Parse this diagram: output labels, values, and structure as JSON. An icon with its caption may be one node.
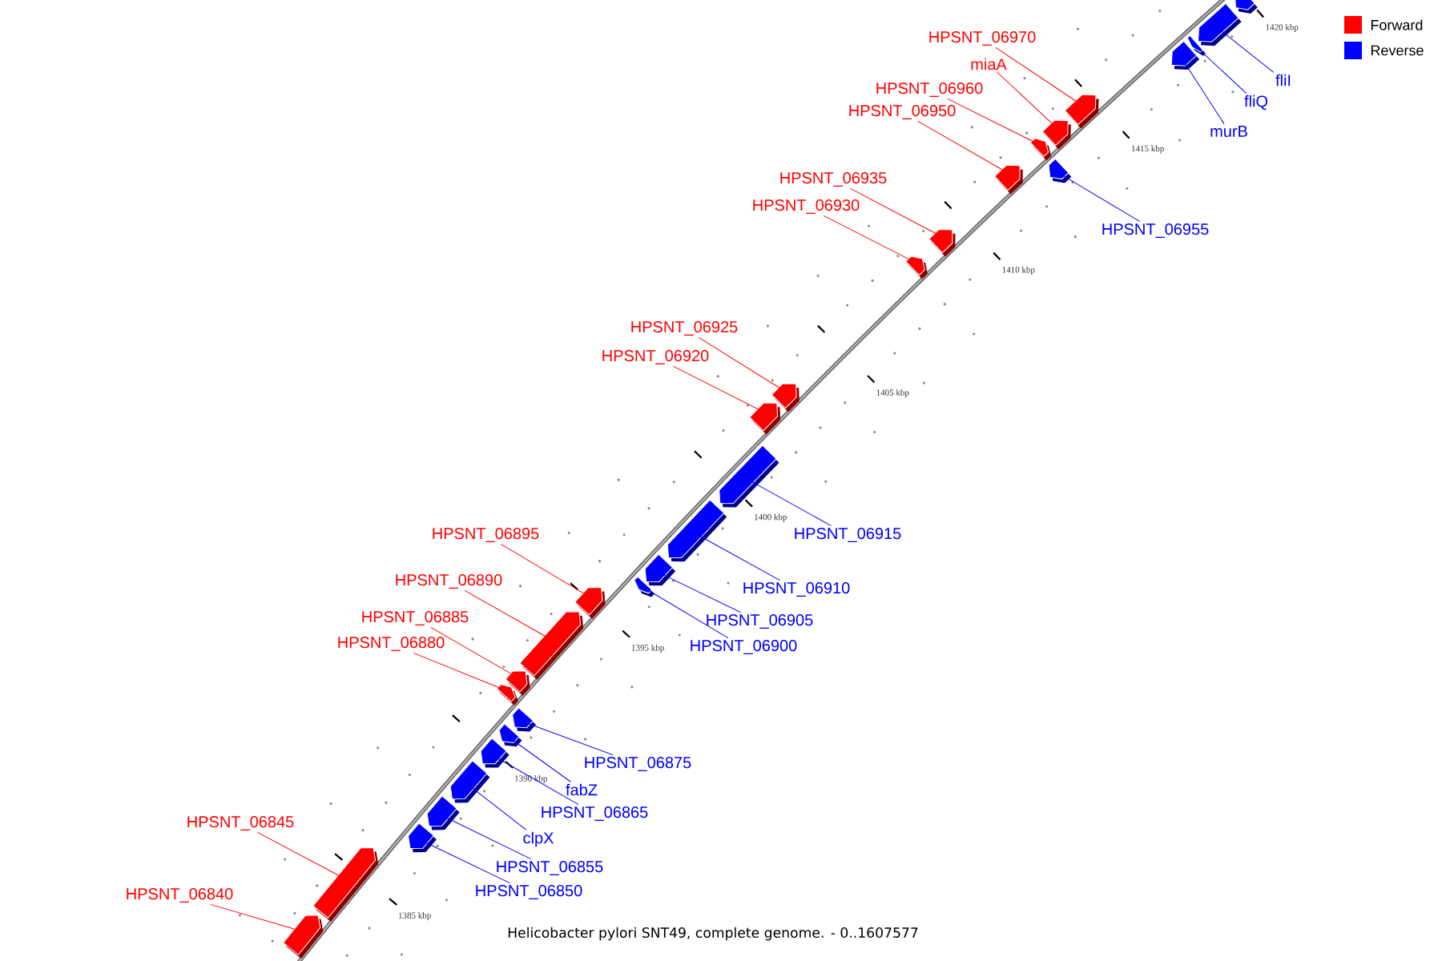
{
  "diagram": {
    "caption": "Helicobacter pylori SNT49, complete genome. - 0..1607577",
    "nodes": [
      {
        "text": [
          "HPSNT_06970"
        ]
      },
      {
        "text": [
          "miaA"
        ]
      },
      {
        "text": [
          "fliI"
        ]
      },
      {
        "text": [
          "HPSNT_06960"
        ]
      },
      {
        "text": [
          "fliQ"
        ]
      },
      {
        "text": [
          "HPSNT_06950"
        ]
      },
      {
        "text": [
          "murB"
        ]
      },
      {
        "text": [
          "HPSNT_06935"
        ]
      },
      {
        "text": [
          "HPSNT_06930"
        ]
      },
      {
        "text": [
          "HPSNT_06955"
        ]
      },
      {
        "text": [
          "HPSNT_06925"
        ]
      },
      {
        "text": [
          "HPSNT_06920"
        ]
      },
      {
        "text": [
          "HPSNT_06895"
        ]
      },
      {
        "text": [
          "HPSNT_06915"
        ]
      },
      {
        "text": [
          "HPSNT_06890"
        ]
      },
      {
        "text": [
          "HPSNT_06910"
        ]
      },
      {
        "text": [
          "HPSNT_06885"
        ]
      },
      {
        "text": [
          "HPSNT_06905"
        ]
      },
      {
        "text": [
          "HPSNT_06880"
        ]
      },
      {
        "text": [
          "HPSNT_06900"
        ]
      },
      {
        "text": [
          "HPSNT_06875"
        ]
      },
      {
        "text": [
          "fabZ"
        ]
      },
      {
        "text": [
          "HPSNT_06865"
        ]
      },
      {
        "text": [
          "HPSNT_06845"
        ]
      },
      {
        "text": [
          "clpX"
        ]
      },
      {
        "text": [
          "HPSNT_06855"
        ]
      },
      {
        "text": [
          "HPSNT_06850"
        ]
      },
      {
        "text": [
          "HPSNT_06840"
        ]
      },
      {
        "text": [],
        "shape": "box"
      },
      {
        "text": [],
        "shape": "box"
      },
      {
        "text": [],
        "shape": "box"
      },
      {
        "text": [],
        "shape": "box"
      },
      {
        "text": [],
        "shape": "box"
      },
      {
        "text": [],
        "shape": "box"
      },
      {
        "text": [],
        "shape": "box"
      },
      {
        "text": [],
        "shape": "box"
      },
      {
        "text": [],
        "shape": "box"
      },
      {
        "text": [],
        "shape": "box"
      },
      {
        "text": [],
        "shape": "box"
      },
      {
        "text": [],
        "shape": "box"
      },
      {
        "text": [],
        "shape": "box"
      },
      {
        "text": [],
        "shape": "box"
      },
      {
        "text": [],
        "shape": "box"
      },
      {
        "text": [],
        "shape": "box"
      },
      {
        "text": [],
        "shape": "box"
      },
      {
        "text": [],
        "shape": "box"
      },
      {
        "text": [],
        "shape": "box"
      },
      {
        "text": [],
        "shape": "box"
      },
      {
        "text": [],
        "shape": "box"
      },
      {
        "text": [],
        "shape": "box"
      },
      {
        "text": [],
        "shape": "box"
      },
      {
        "text": [],
        "shape": "box"
      },
      {
        "text": [],
        "shape": "box"
      },
      {
        "text": [],
        "shape": "box"
      },
      {
        "text": [],
        "shape": "box"
      },
      {
        "text": [],
        "shape": "box"
      },
      {
        "text": [],
        "shape": "box"
      }
    ],
    "edges": [
      {
        "from": 0,
        "to": 32,
        "arrow": "none",
        "color": "#ff0000"
      },
      {
        "from": 1,
        "to": 33,
        "arrow": "none",
        "color": "#ff0000"
      },
      {
        "from": 2,
        "to": 29,
        "arrow": "none",
        "color": "#0000ff"
      },
      {
        "from": 3,
        "to": 34,
        "arrow": "none",
        "color": "#ff0000"
      },
      {
        "from": 4,
        "to": 30,
        "arrow": "none",
        "color": "#0000ff"
      },
      {
        "from": 5,
        "to": 36,
        "arrow": "none",
        "color": "#ff0000"
      },
      {
        "from": 6,
        "to": 31,
        "arrow": "none",
        "color": "#0000ff"
      },
      {
        "from": 7,
        "to": 37,
        "arrow": "none",
        "color": "#ff0000"
      },
      {
        "from": 8,
        "to": 38,
        "arrow": "none",
        "color": "#ff0000"
      },
      {
        "from": 9,
        "to": 35,
        "arrow": "none",
        "color": "#0000ff"
      },
      {
        "from": 10,
        "to": 39,
        "arrow": "none",
        "color": "#ff0000"
      },
      {
        "from": 11,
        "to": 40,
        "arrow": "none",
        "color": "#ff0000"
      },
      {
        "from": 12,
        "to": 45,
        "arrow": "none",
        "color": "#ff0000"
      },
      {
        "from": 13,
        "to": 41,
        "arrow": "none",
        "color": "#0000ff"
      },
      {
        "from": 14,
        "to": 46,
        "arrow": "none",
        "color": "#ff0000"
      },
      {
        "from": 15,
        "to": 42,
        "arrow": "none",
        "color": "#0000ff"
      },
      {
        "from": 16,
        "to": 47,
        "arrow": "none",
        "color": "#ff0000"
      },
      {
        "from": 17,
        "to": 43,
        "arrow": "none",
        "color": "#0000ff"
      },
      {
        "from": 18,
        "to": 48,
        "arrow": "none",
        "color": "#ff0000"
      },
      {
        "from": 19,
        "to": 44,
        "arrow": "none",
        "color": "#0000ff"
      },
      {
        "from": 20,
        "to": 49,
        "arrow": "none",
        "color": "#0000ff"
      },
      {
        "from": 21,
        "to": 50,
        "arrow": "none",
        "color": "#0000ff"
      },
      {
        "from": 22,
        "to": 51,
        "arrow": "none",
        "color": "#0000ff"
      },
      {
        "from": 23,
        "to": 55,
        "arrow": "none",
        "color": "#ff0000"
      },
      {
        "from": 24,
        "to": 52,
        "arrow": "none",
        "color": "#0000ff"
      },
      {
        "from": 25,
        "to": 53,
        "arrow": "none",
        "color": "#0000ff"
      },
      {
        "from": 26,
        "to": 54,
        "arrow": "none",
        "color": "#0000ff"
      },
      {
        "from": 27,
        "to": 56,
        "arrow": "none",
        "color": "#ff0000"
      }
    ],
    "labels": [
      "1420 kbp",
      "1415 kbp",
      "1410 kbp",
      "1405 kbp",
      "1400 kbp",
      "1395 kbp",
      "1390 kbp",
      "1385 kbp"
    ],
    "legend": [
      {
        "text": "Forward",
        "color": "#ff0000"
      },
      {
        "text": "Reverse",
        "color": "#0000ff"
      }
    ]
  }
}
